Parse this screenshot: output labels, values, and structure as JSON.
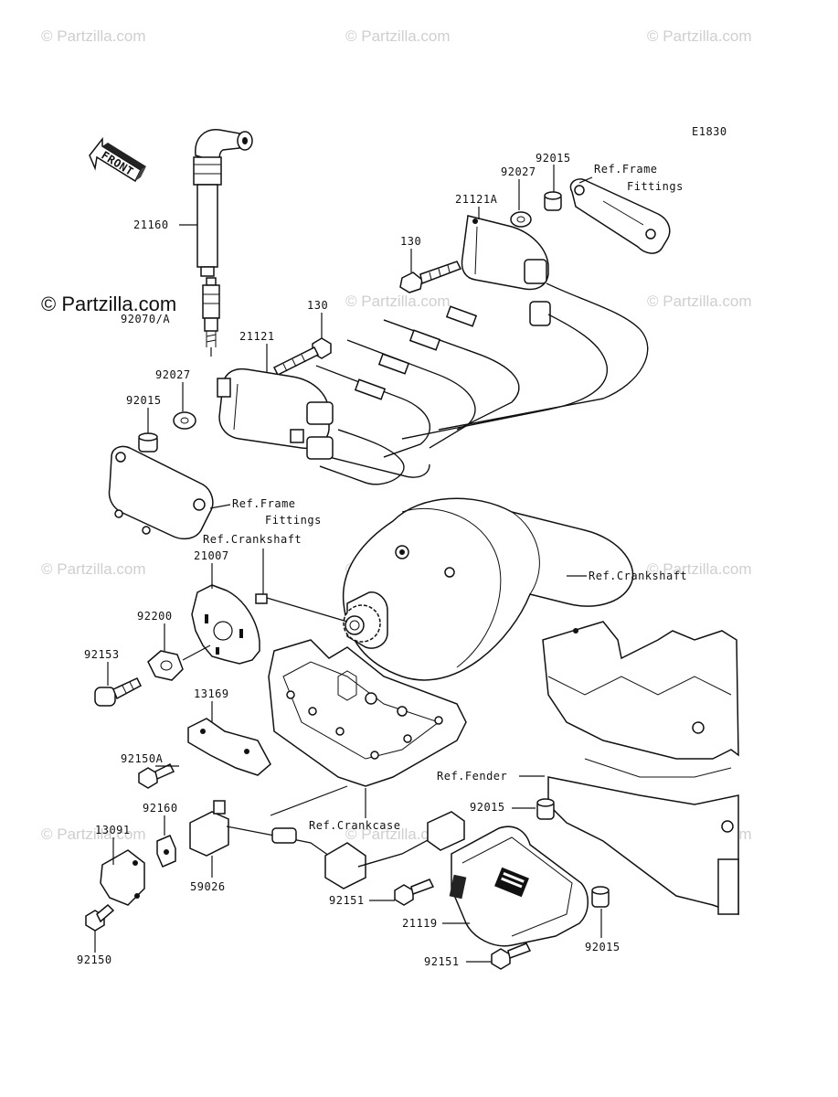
{
  "diagram_code": "E1830",
  "front_label": "FRONT",
  "watermark": "© Partzilla.com",
  "parts": {
    "p21160": "21160",
    "p92070": "92070/A",
    "p130a": "130",
    "p130b": "130",
    "p21121A": "21121A",
    "p92027a": "92027",
    "p92015a": "92015",
    "p21121": "21121",
    "p92027b": "92027",
    "p92015b": "92015",
    "p21007": "21007",
    "p92200": "92200",
    "p92153": "92153",
    "p13169": "13169",
    "p92150A": "92150A",
    "p92160": "92160",
    "p13091": "13091",
    "p59026": "59026",
    "p92150": "92150",
    "p92015c": "92015",
    "p92151a": "92151",
    "p21119": "21119",
    "p92015d": "92015",
    "p92151b": "92151"
  },
  "refs": {
    "frame_fittings_top": [
      "Ref.Frame",
      "Fittings"
    ],
    "frame_fittings_mid": [
      "Ref.Frame",
      "Fittings"
    ],
    "crankshaft_left": "Ref.Crankshaft",
    "crankshaft_right": "Ref.Crankshaft",
    "fender": "Ref.Fender",
    "crankcase": "Ref.Crankcase"
  }
}
